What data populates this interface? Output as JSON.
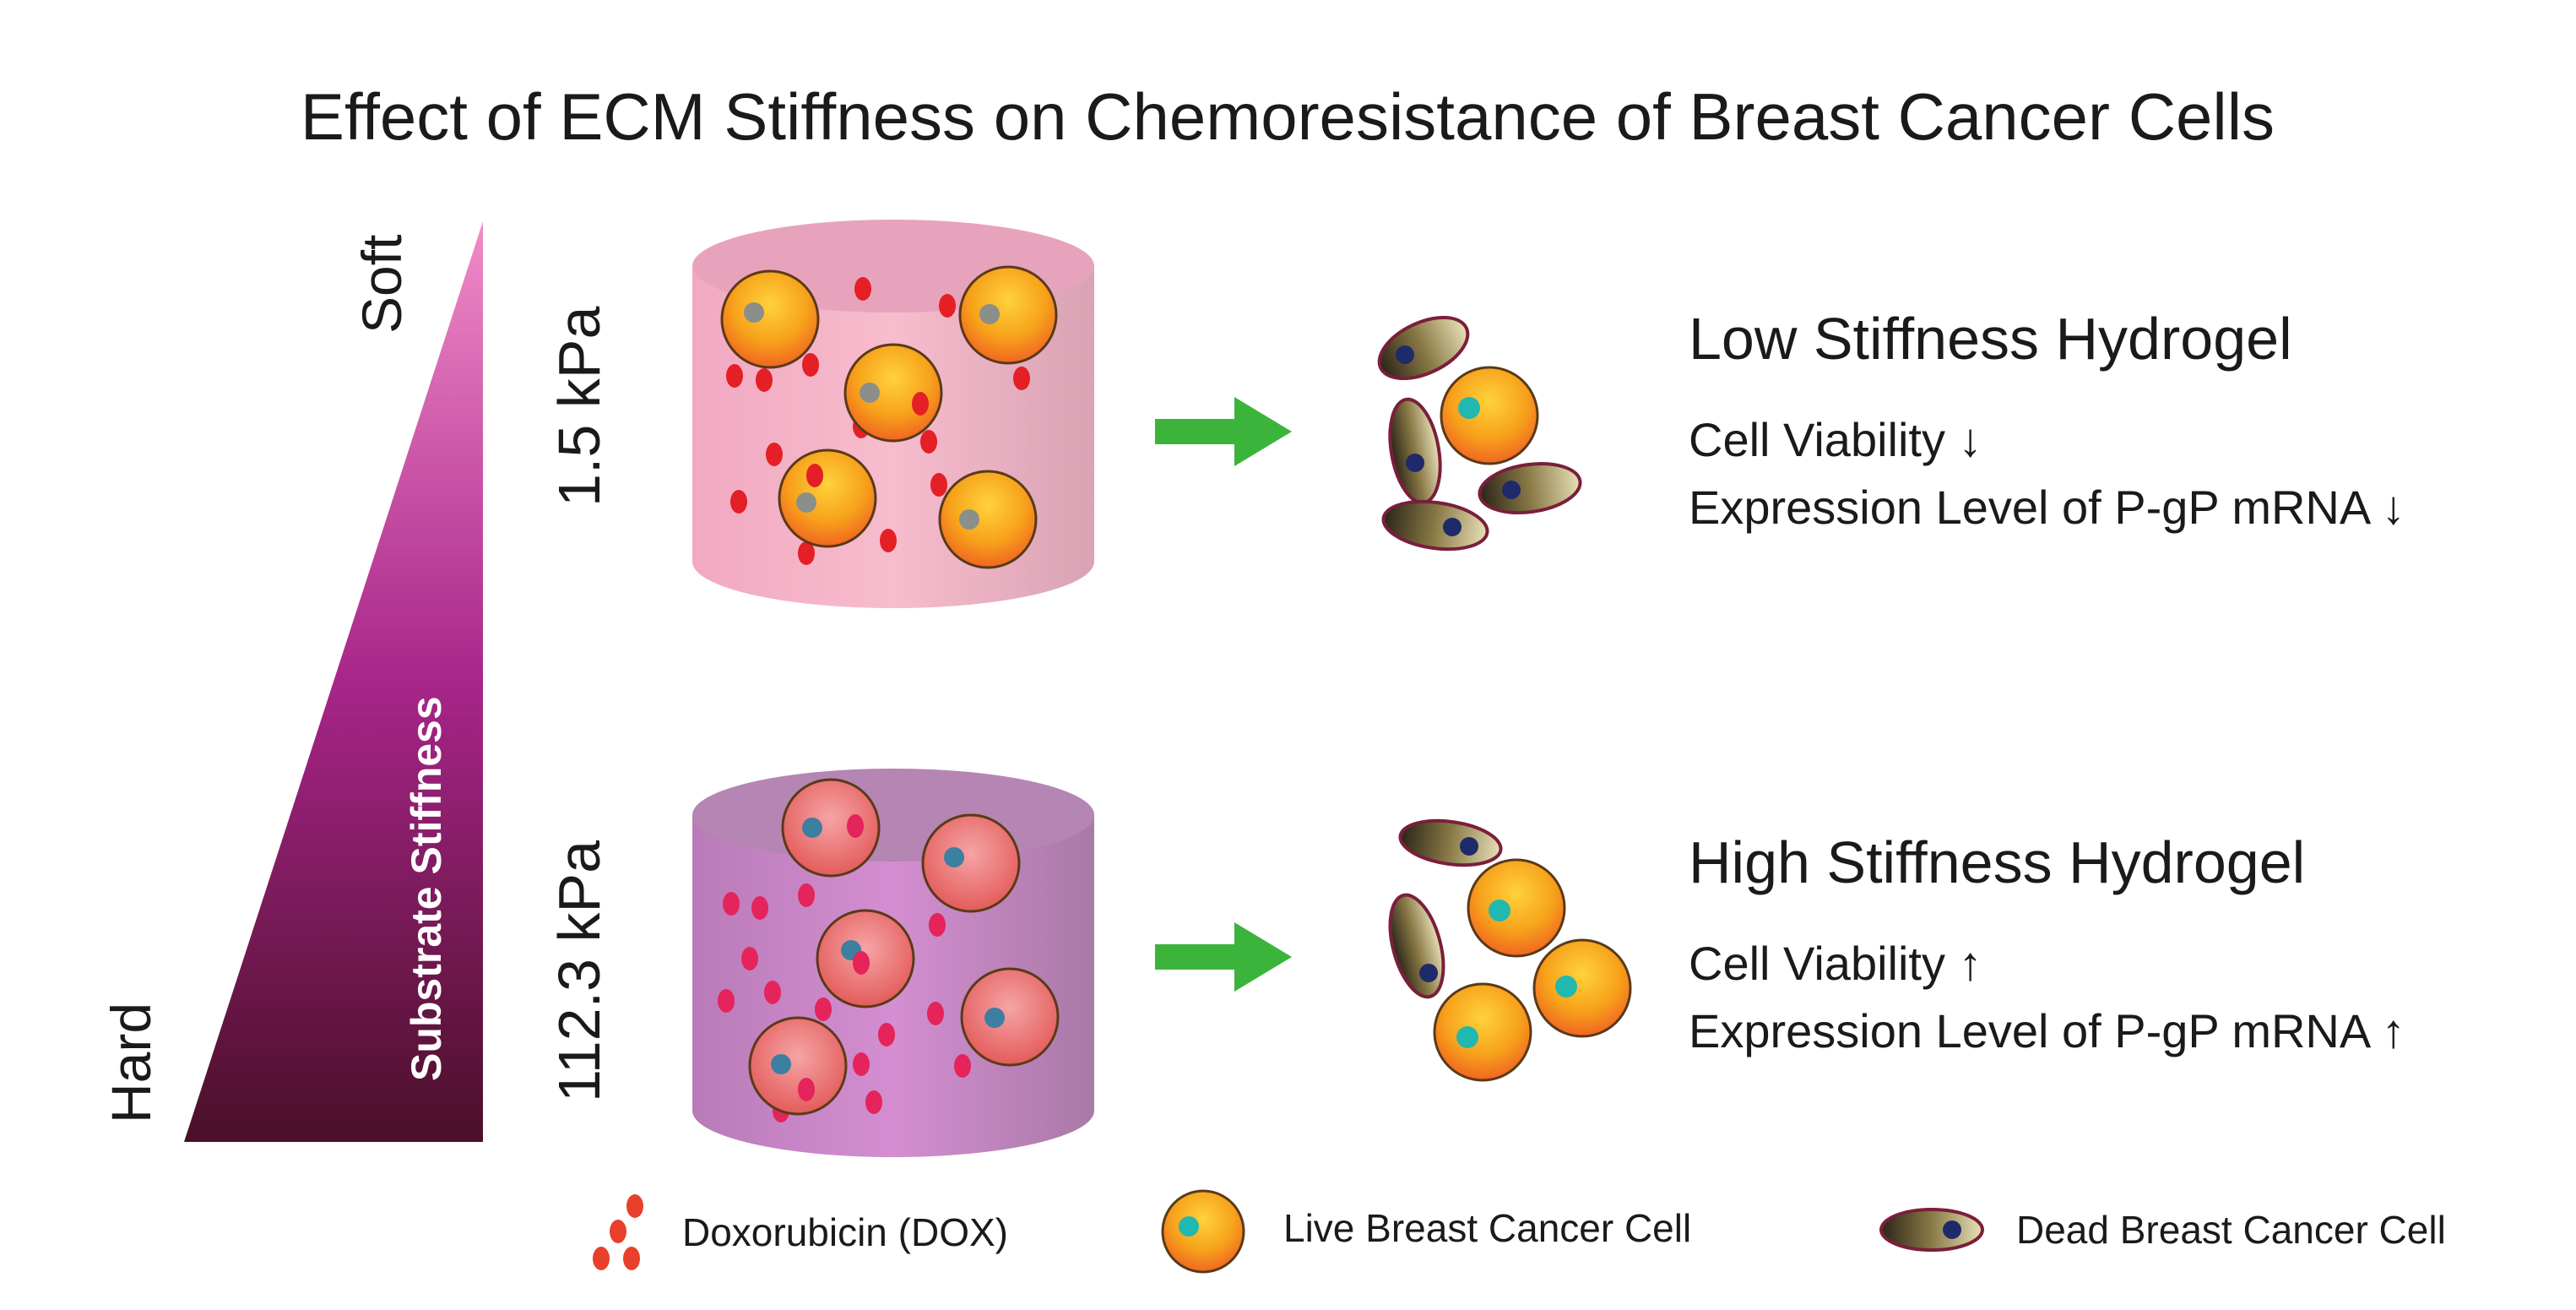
{
  "title": "Effect of ECM Stiffness on Chemoresistance of Breast Cancer Cells",
  "stiffness_scale": {
    "top_label": "Soft",
    "bottom_label": "Hard",
    "axis_label": "Substrate Stiffness",
    "colors": {
      "top": "#f08cc8",
      "middle": "#a8258a",
      "bottom": "#4a0f28"
    }
  },
  "conditions": [
    {
      "modulus": "1.5 kPa",
      "gel_color_top": "#e8a6bf",
      "gel_color_body": "#f4b6c8",
      "heading": "Low Stiffness Hydrogel",
      "lines": [
        "Cell Viability ↓",
        "Expression Level of P-gP mRNA ↓"
      ],
      "outcome_cells": "mostly dead"
    },
    {
      "modulus": "112.3 kPa",
      "gel_color_top": "#b88ab6",
      "gel_color_body": "#c685c4",
      "heading": "High Stiffness Hydrogel",
      "lines": [
        "Cell Viability ↑",
        "Expression Level of P-gP mRNA ↑"
      ],
      "outcome_cells": "mostly live"
    }
  ],
  "arrow_color": "#3cb43c",
  "legend": [
    {
      "icon": "dox-dots-icon",
      "label": "Doxorubicin (DOX)",
      "color": "#e8402c"
    },
    {
      "icon": "live-cell-icon",
      "label": "Live Breast Cancer Cell",
      "color": "#f5a623"
    },
    {
      "icon": "dead-cell-icon",
      "label": "Dead Breast Cancer Cell",
      "color": "#6b5a2c"
    }
  ]
}
